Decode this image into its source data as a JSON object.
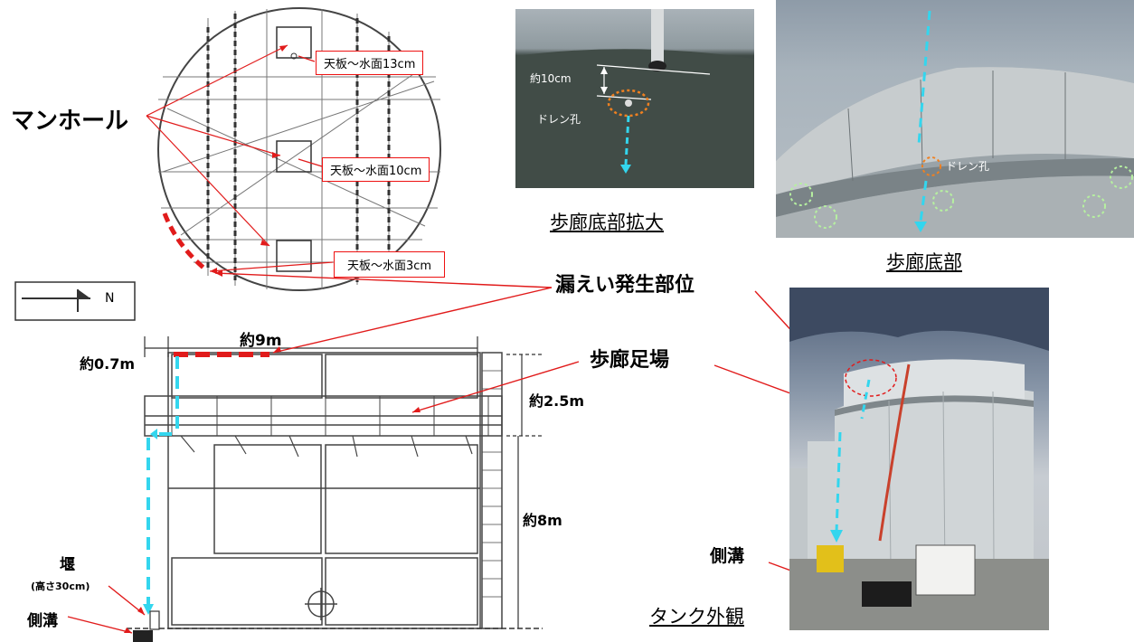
{
  "labels": {
    "manhole": "マンホール",
    "water_13": "天板～水面13cm",
    "water_10": "天板～水面10cm",
    "water_3": "天板～水面3cm",
    "north": "N",
    "leak_site": "漏えい発生部位",
    "walkway_scaffold": "歩廊足場",
    "dim_9m": "約9m",
    "dim_0_7m": "約0.7m",
    "dim_2_5m": "約2.5m",
    "dim_8m": "約8m",
    "weir": "堰",
    "weir_height": "(高さ30cm)",
    "gutter_left": "側溝",
    "gutter_right": "側溝",
    "closeup_10cm": "約10cm",
    "drain_hole_1": "ドレン孔",
    "drain_hole_2": "ドレン孔",
    "caption_closeup": "歩廊底部拡大",
    "caption_bottom": "歩廊底部",
    "caption_exterior": "タンク外観"
  },
  "colors": {
    "leak_red": "#e11b1b",
    "flow_cyan": "#33d6ee",
    "drain_orange": "#f08020",
    "bolt_green": "#b6f0a0"
  }
}
